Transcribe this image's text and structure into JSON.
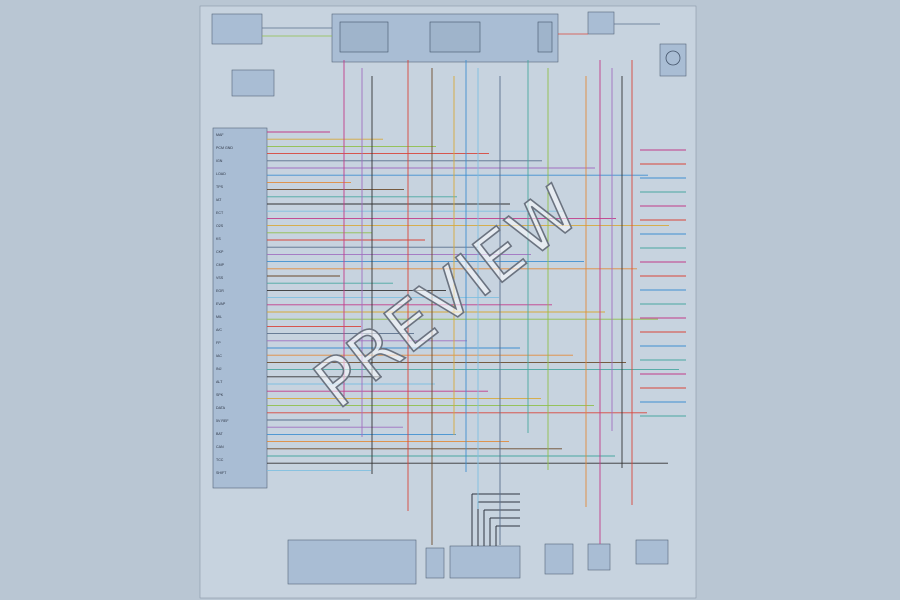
{
  "watermark": "PREVIEW",
  "colors": {
    "background": "#b9c6d3",
    "paper": "#c7d3df",
    "pcm_fill": "#a9bdd4",
    "relay_fill": "#9fb4cb",
    "wire_palette": [
      "#c23b8a",
      "#d7a93a",
      "#8fbf4a",
      "#d9453a",
      "#5a6f8c",
      "#a06fc0",
      "#3f8fd0",
      "#e28a3a",
      "#6b4a2a",
      "#49a7a0",
      "#333333",
      "#7fbfe0"
    ]
  },
  "modules": {
    "pcm_pin_labels": [
      "MAF",
      "PCM GND",
      "IGN",
      "LOAD",
      "TPS",
      "IAT",
      "ECT",
      "O2S",
      "KS",
      "CKP",
      "CMP",
      "VSS",
      "EGR",
      "EVAP",
      "MIL",
      "A/C",
      "FP",
      "IAC",
      "INJ",
      "ALT",
      "SPK",
      "DATA",
      "5V REF",
      "BAT",
      "CAN",
      "TCC",
      "SHIFT"
    ],
    "top_relays": [
      "relay-1",
      "relay-2"
    ]
  }
}
